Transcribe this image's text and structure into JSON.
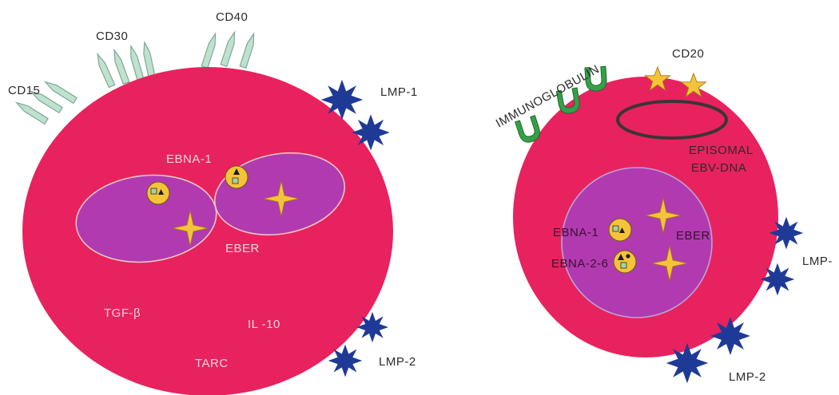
{
  "colors": {
    "cell": "#e8225f",
    "nucleus": "#b23ab0",
    "nucleus_border": "#e9c8c0",
    "receptor": "#bfe2cf",
    "receptor_stroke": "#7fa896",
    "lmp": "#1f3a96",
    "nucleoid": "#f6c338",
    "eber_star": "#f5c33a",
    "cd20_star": "#f6c338",
    "ig": "#35a04a",
    "episome": "#3b3535"
  },
  "left_cell": {
    "labels": {
      "cd15": "CD15",
      "cd30": "CD30",
      "cd40": "CD40",
      "lmp1": "LMP-1",
      "ebna1": "EBNA-1",
      "eber": "EBER",
      "tgfb": "TGF-β",
      "il10": "IL -10",
      "tarc": "TARC",
      "lmp2": "LMP-2"
    }
  },
  "right_cell": {
    "labels": {
      "immunoglobulin": "IMMUNOGLOBULIN",
      "cd20": "CD20",
      "episomal_line1": "EPISOMAL",
      "episomal_line2": "EBV-DNA",
      "ebna1": "EBNA-1",
      "eber": "EBER",
      "ebna26": "EBNA-2-6",
      "lmp_truncated": "LMP-",
      "lmp2": "LMP-2"
    }
  },
  "icons": {
    "receptor": "cd-receptor-icon",
    "lmp": "lmp-star-icon",
    "nucleoid": "ebna-nucleoid-icon",
    "eber_star": "eber-star-icon",
    "cd20_star": "cd20-star-icon",
    "immunoglobulin": "immunoglobulin-icon"
  }
}
